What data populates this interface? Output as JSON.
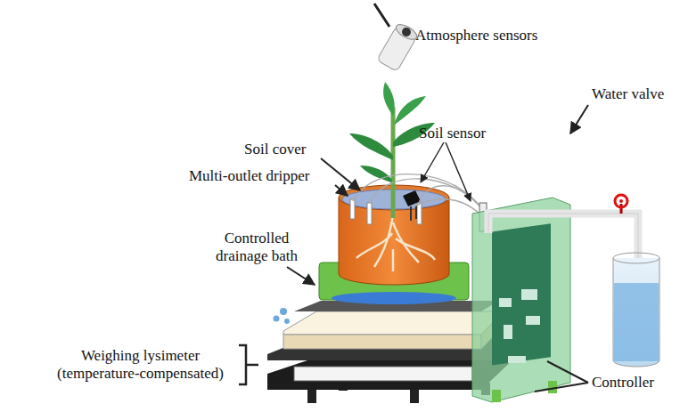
{
  "diagram": {
    "labels": [
      "Atmosphere sensors",
      "Soil sensor",
      "Soil cover",
      "Multi-outlet dripper",
      "Water valve",
      "Controlled drainage bath",
      "Weighing lysimeter (temperature-compensated)",
      "Controller"
    ]
  }
}
